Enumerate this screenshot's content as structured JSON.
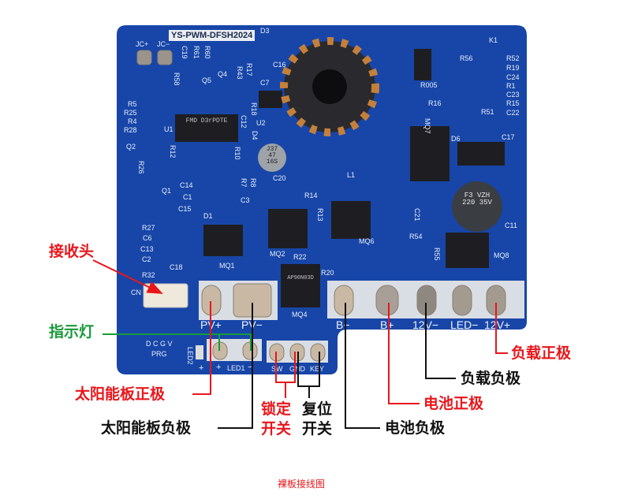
{
  "board": {
    "model": "YS-PWM-DFSH2024",
    "pad_labels": [
      "PV+",
      "PV−",
      "B−",
      "B+",
      "12V−",
      "LED−",
      "12V+"
    ],
    "small_pad_labels": [
      "+",
      "LED1",
      "−",
      "SW",
      "GND",
      "KEY"
    ],
    "prg_header": "D C G V",
    "prg_label": "PRG",
    "led2": "LED2",
    "led2_plus": "+",
    "jc_labels": [
      "JC+",
      "JC−"
    ],
    "components": [
      "D3",
      "C19",
      "R61",
      "R60",
      "R58",
      "Q5",
      "Q4",
      "R43",
      "R17",
      "C16",
      "C7",
      "R18",
      "U2",
      "R5",
      "R25",
      "R4",
      "R28",
      "U1",
      "Q2",
      "R26",
      "R12",
      "C12",
      "D4",
      "R10",
      "C20",
      "L1",
      "R005",
      "MQ7",
      "R56",
      "R52",
      "R19",
      "C24",
      "R1",
      "C23",
      "R15",
      "C22",
      "R16",
      "R51",
      "D6",
      "C17",
      "K1",
      "Q1",
      "C14",
      "C1",
      "C15",
      "D1",
      "R7",
      "R8",
      "C3",
      "R14",
      "R13",
      "C21",
      "MQ6",
      "MQ2",
      "R22",
      "R20",
      "R27",
      "C6",
      "C13",
      "C2",
      "C18",
      "R32",
      "CN",
      "MQ1",
      "MQ4",
      "R54",
      "R55",
      "C11",
      "MQ8"
    ],
    "chip_marks": {
      "u1": "FMD D3rPDTE",
      "cap_c20": "J37 47 16S",
      "cap_c11": "F3 VZH 220 35V",
      "mq4": "AP90N03D"
    }
  },
  "annotations": {
    "receiver": "接收头",
    "indicator": "指示灯",
    "solar_pos": "太阳能板正极",
    "solar_neg": "太阳能板负极",
    "lock_switch_1": "锁定",
    "lock_switch_2": "开关",
    "reset_switch_1": "复位",
    "reset_switch_2": "开关",
    "battery_neg": "电池负极",
    "battery_pos": "电池正极",
    "load_neg": "负载负极",
    "load_pos": "负载正极"
  },
  "caption": "裸板接线图",
  "colors": {
    "board": "#1746a8",
    "red": "#e8161b",
    "green": "#1a9a3a",
    "pad": "#c9b8a4",
    "strip": "#d9dde4"
  }
}
